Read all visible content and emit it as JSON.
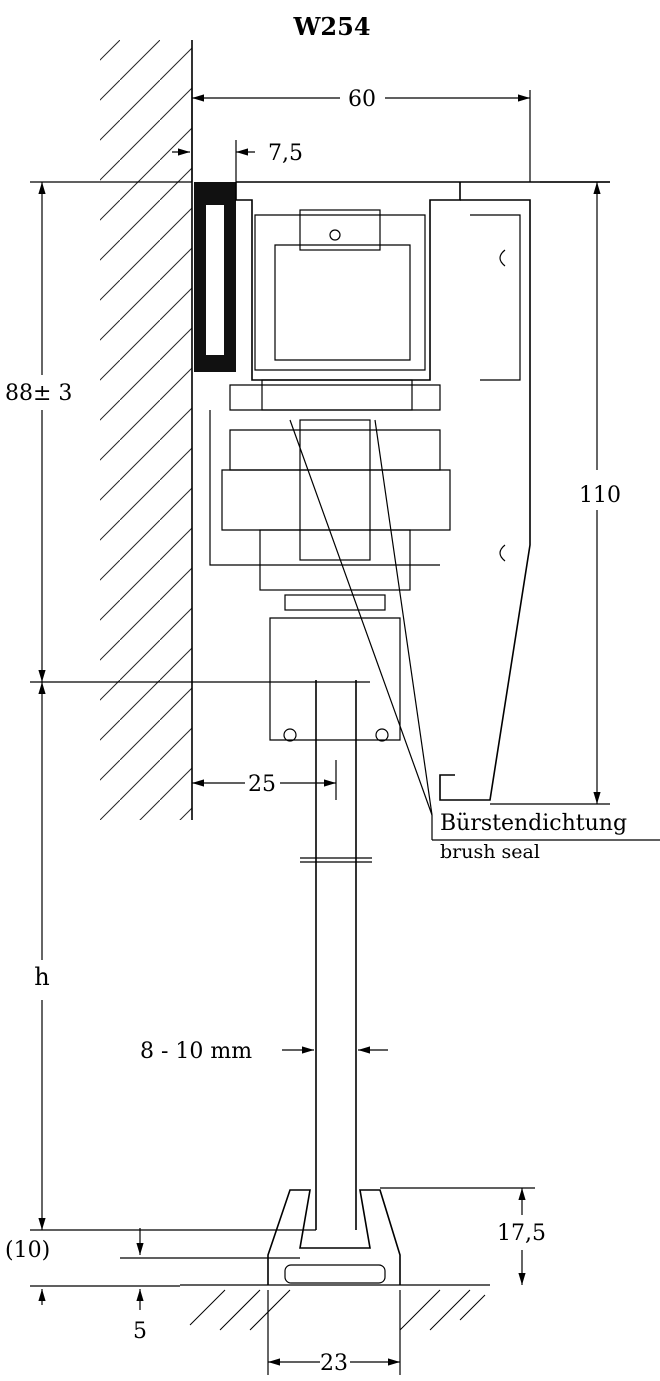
{
  "title": "W254",
  "dimensions": {
    "overall_width": "60",
    "wall_gap": "7,5",
    "profile_height": "110",
    "track_height": "88± 3",
    "glass_offset": "25",
    "glass_thickness": "8 - 10 mm",
    "door_height": "h",
    "floor_clearance": "(10)",
    "floor_recess": "5",
    "floor_guide_height": "17,5",
    "floor_guide_width": "23"
  },
  "callouts": {
    "brush_seal_de": "Bürstendichtung",
    "brush_seal_en": "brush seal"
  }
}
